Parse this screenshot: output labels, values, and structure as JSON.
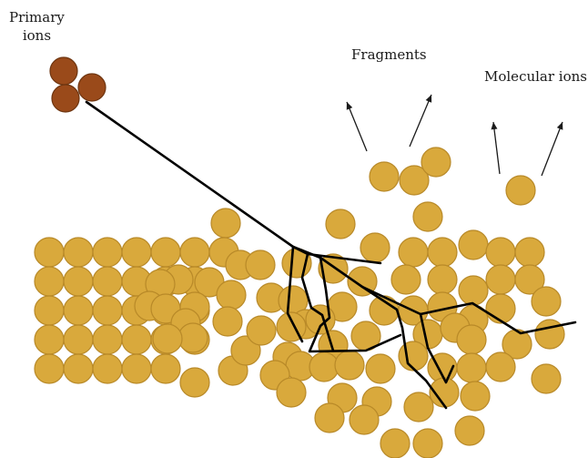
{
  "labels": {
    "primary_line1": "Primary",
    "primary_line2": "ions",
    "fragments": "Fragments",
    "molecular_ions": "Molecular ions"
  },
  "colors": {
    "primary_fill": "#9a4a1a",
    "primary_stroke": "#6e3510",
    "atom_fill": "#d9a93c",
    "atom_stroke": "#b88928",
    "trajectory": "#000000",
    "arrow": "#1a1a1a"
  }
}
